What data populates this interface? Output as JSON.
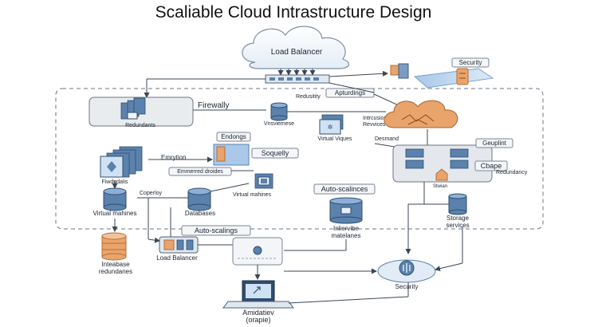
{
  "title": "Scaliable Cloud Intrastructure Design",
  "nodes": {
    "load_balancer_top": "Load Balancer",
    "security_top": "Security",
    "firewally": "Firewally",
    "redundants": "Redundants",
    "redusitity": "Redusitity",
    "apturdings": "Apturdings",
    "vnsviemese": "Vnsviemese",
    "intrusion": "Intrcusion\nRevvices",
    "virtual_viques": "Virtual Viques",
    "desmand": "Desmand",
    "geuplint": "Geuplint",
    "cbape": "Cbape",
    "redundancy": "Redundancy",
    "stwian": "Stwian",
    "storage_services": "Storage\nservices",
    "endongs": "Endongs",
    "sequelly": "Soquelly",
    "emrytion": "Emrytion",
    "fiwdudalis": "Fiwdudalis",
    "emmerred_droides": "Emmerred droides",
    "virtual_mahines_right": "Virtual mahines",
    "virtual_mahines_left": "Virtual mahines",
    "coperloy": "Coperloy",
    "databases": "Databases",
    "auto_scalinces": "Auto-scalinces",
    "inliervibe": "Inliervibe\nmatelanes",
    "auto_scalings": "Auto-scalings",
    "intebase": "Inteabase\nredundanes",
    "load_balancer_bottom": "Load Balancer",
    "security_bottom": "Security",
    "amidatiev": "Amidatiev\n(orapie)"
  },
  "colors": {
    "primary_blue": "#5b82ad",
    "light_blue": "#cfe2f3",
    "orange": "#e9a46c",
    "line": "#3b4654"
  }
}
